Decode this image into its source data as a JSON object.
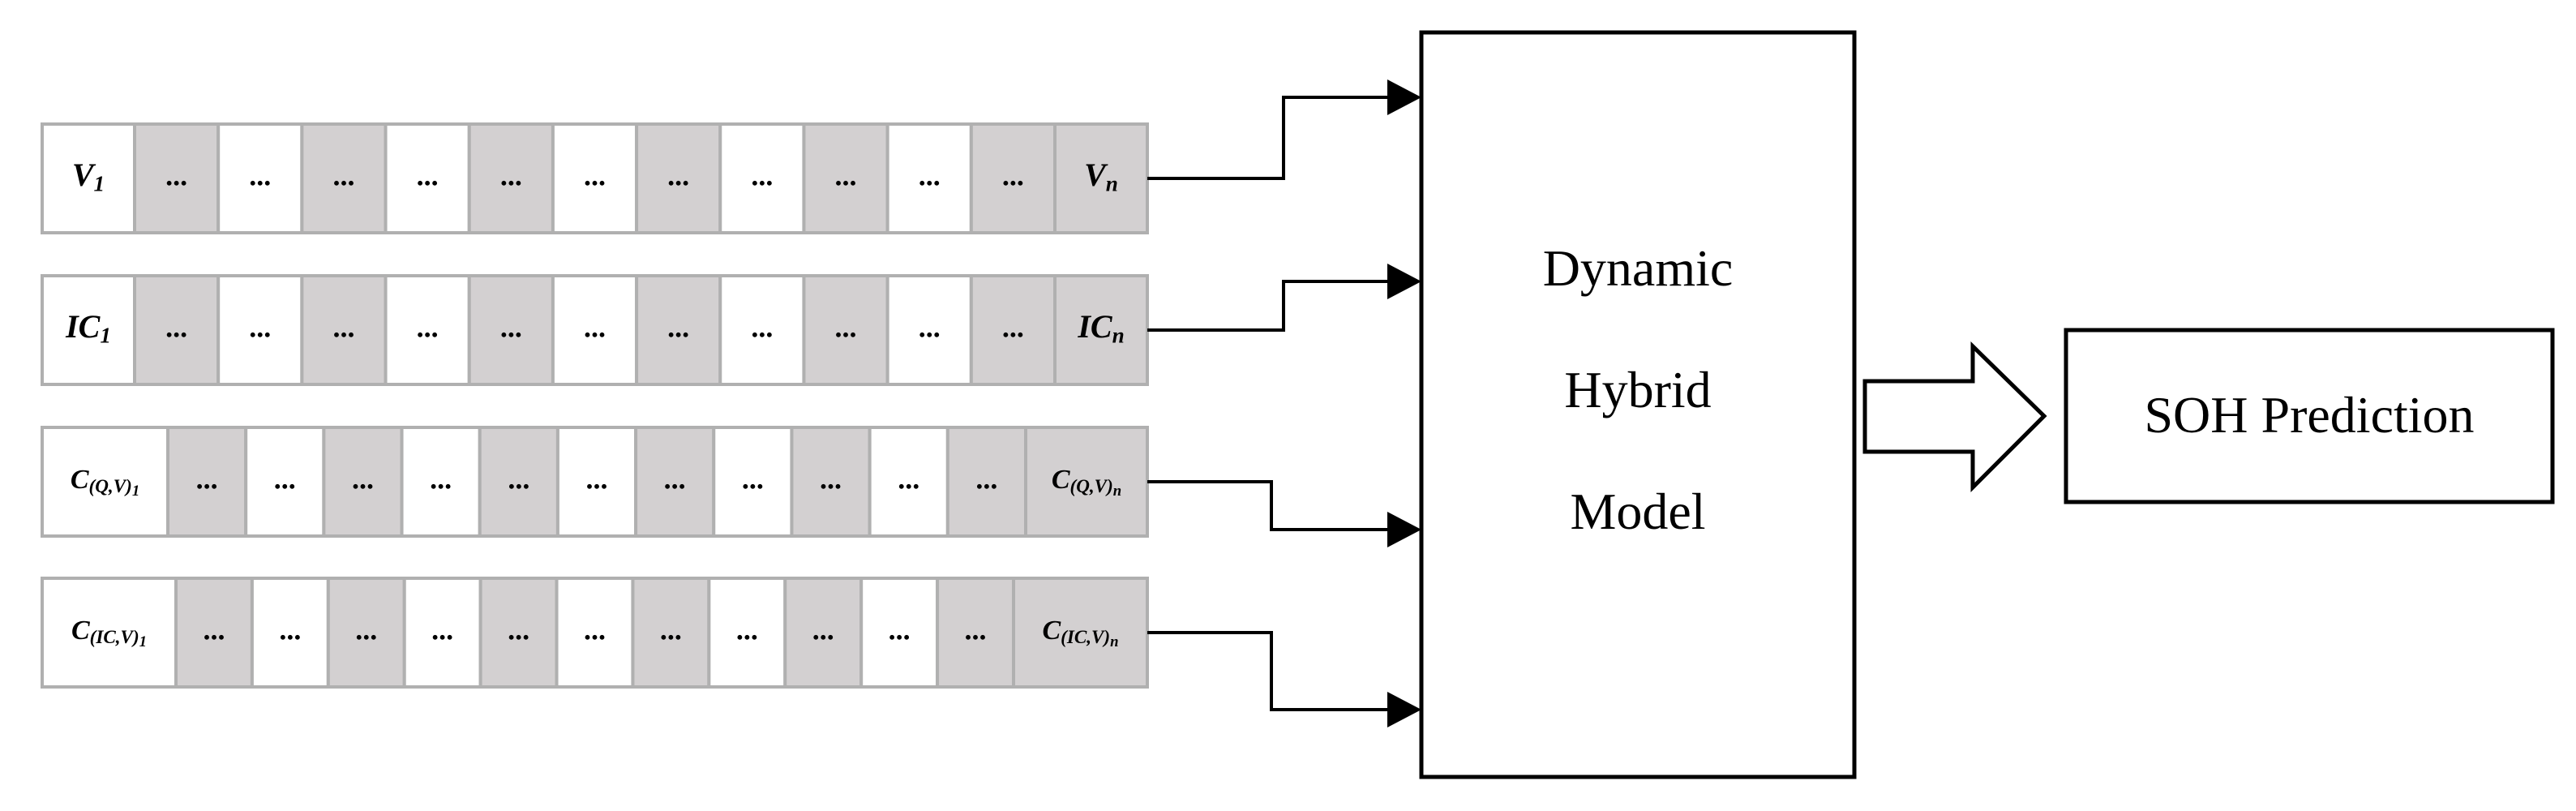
{
  "colors": {
    "shaded_cell": "#d3d0d1",
    "plain_cell": "#ffffff",
    "cell_border": "#b0b0b0",
    "stroke": "#000000"
  },
  "rows": [
    {
      "first": {
        "base": "V",
        "sub": "1"
      },
      "last": {
        "base": "V",
        "sub": "n"
      },
      "middle": [
        "...",
        "...",
        "...",
        "...",
        "...",
        "...",
        "...",
        "...",
        "...",
        "...",
        "..."
      ]
    },
    {
      "first": {
        "base": "IC",
        "sub": "1"
      },
      "last": {
        "base": "IC",
        "sub": "n"
      },
      "middle": [
        "...",
        "...",
        "...",
        "...",
        "...",
        "...",
        "...",
        "...",
        "...",
        "...",
        "..."
      ]
    },
    {
      "first": {
        "base": "C",
        "sub": "(Q,V)",
        "sub2": "1"
      },
      "last": {
        "base": "C",
        "sub": "(Q,V)",
        "sub2": "n"
      },
      "middle": [
        "...",
        "...",
        "...",
        "...",
        "...",
        "...",
        "...",
        "...",
        "...",
        "...",
        "..."
      ]
    },
    {
      "first": {
        "base": "C",
        "sub": "(IC,V)",
        "sub2": "1"
      },
      "last": {
        "base": "C",
        "sub": "(IC,V)",
        "sub2": "n"
      },
      "middle": [
        "...",
        "...",
        "...",
        "...",
        "...",
        "...",
        "...",
        "...",
        "...",
        "...",
        "..."
      ]
    }
  ],
  "model": {
    "lines": [
      "Dynamic",
      "Hybrid",
      "Model"
    ]
  },
  "output": {
    "label": "SOH Prediction"
  }
}
